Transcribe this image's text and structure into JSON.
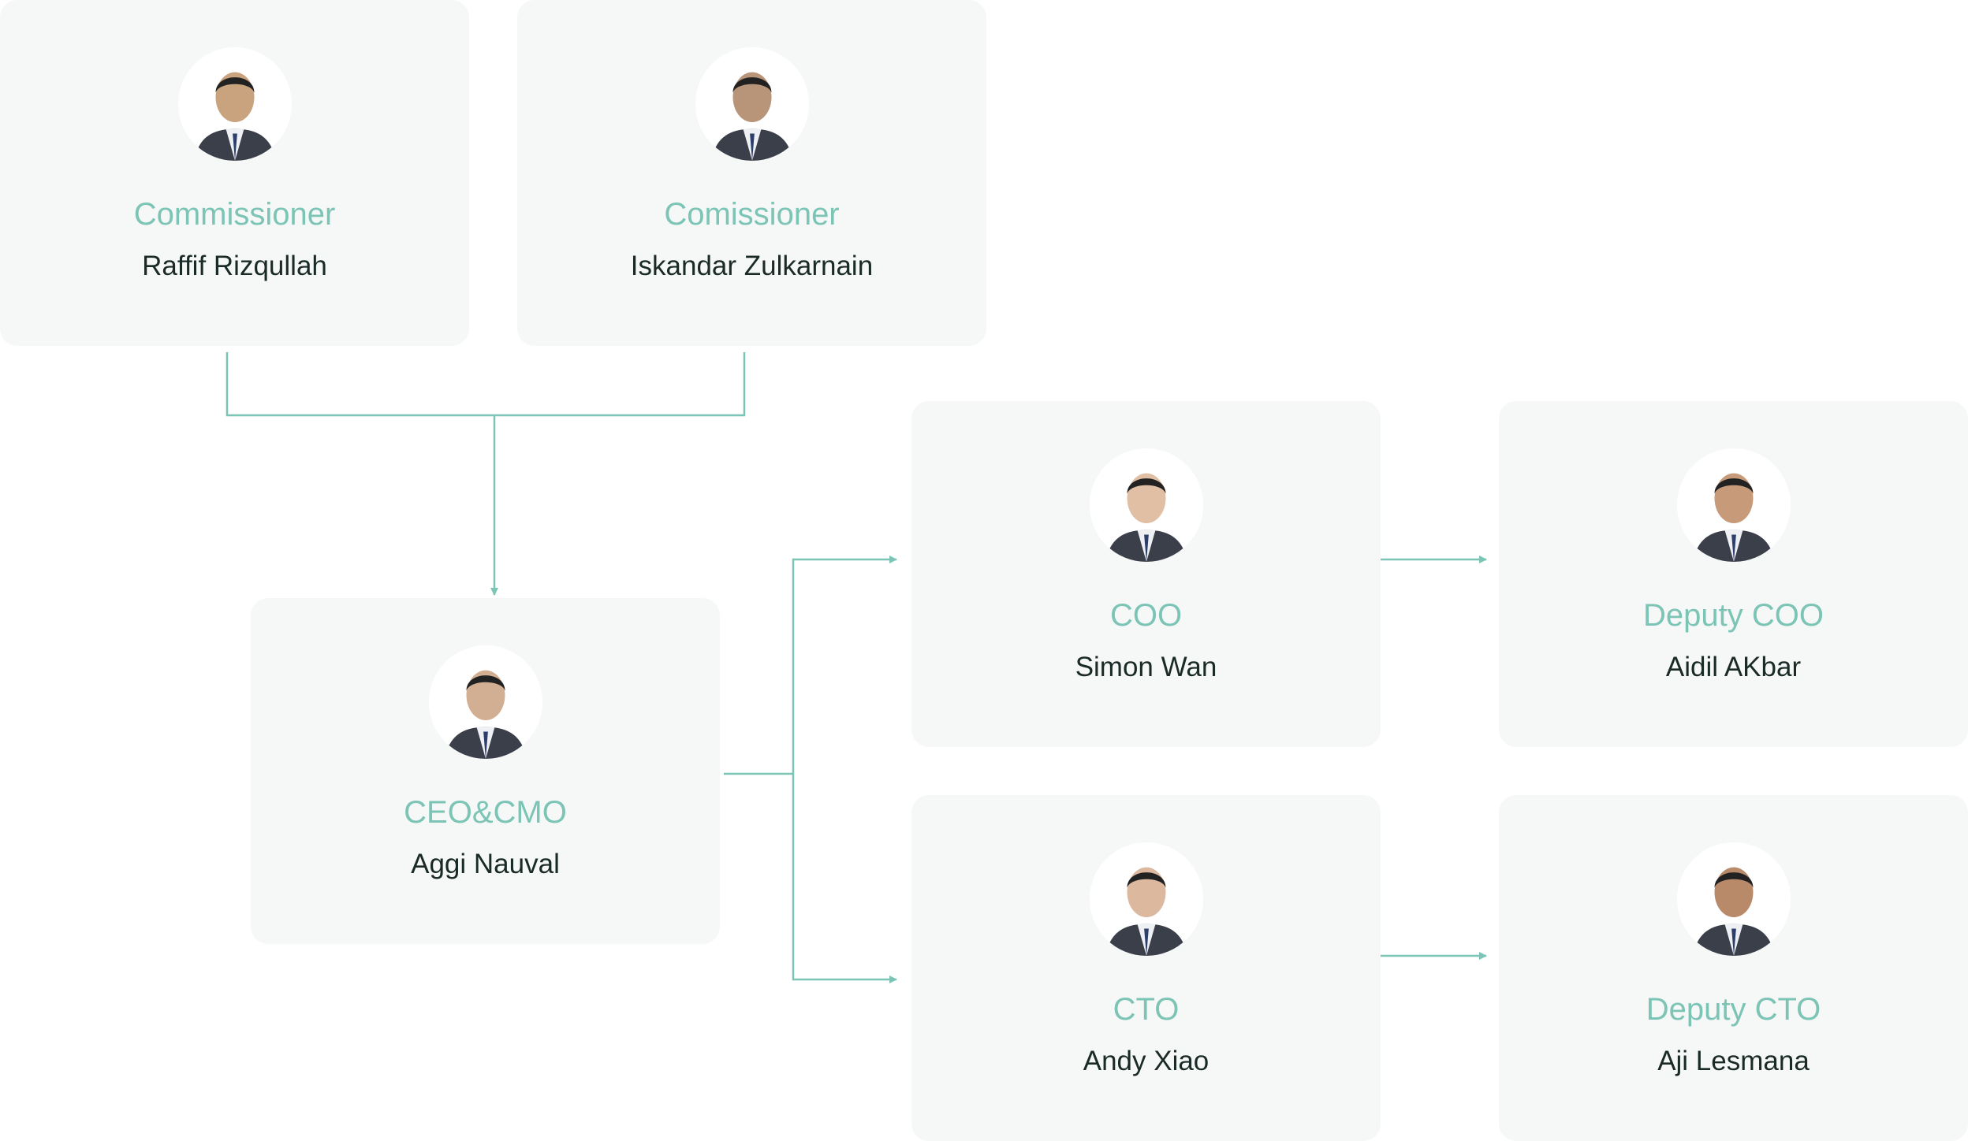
{
  "colors": {
    "accent": "#7cc4b5",
    "card_bg": "#f6f8f7",
    "name_text": "#1a2a26"
  },
  "members": [
    {
      "id": "commissioner-1",
      "role": "Commissioner",
      "name": "Raffif Rizqullah",
      "avatar_icon": "person-photo-icon"
    },
    {
      "id": "commissioner-2",
      "role": "Comissioner",
      "name": "Iskandar Zulkarnain",
      "avatar_icon": "person-photo-icon"
    },
    {
      "id": "ceo",
      "role": "CEO&CMO",
      "name": "Aggi Nauval",
      "avatar_icon": "person-photo-icon"
    },
    {
      "id": "coo",
      "role": "COO",
      "name": "Simon Wan",
      "avatar_icon": "person-photo-icon"
    },
    {
      "id": "deputy-coo",
      "role": "Deputy COO",
      "name": "Aidil AKbar",
      "avatar_icon": "person-photo-icon"
    },
    {
      "id": "cto",
      "role": "CTO",
      "name": "Andy Xiao",
      "avatar_icon": "person-photo-icon"
    },
    {
      "id": "deputy-cto",
      "role": "Deputy CTO",
      "name": "Aji Lesmana",
      "avatar_icon": "person-photo-icon"
    }
  ],
  "connections": [
    {
      "from": "commissioner-1",
      "to": "ceo"
    },
    {
      "from": "commissioner-2",
      "to": "ceo"
    },
    {
      "from": "ceo",
      "to": "coo"
    },
    {
      "from": "ceo",
      "to": "cto"
    },
    {
      "from": "coo",
      "to": "deputy-coo"
    },
    {
      "from": "cto",
      "to": "deputy-cto"
    }
  ]
}
